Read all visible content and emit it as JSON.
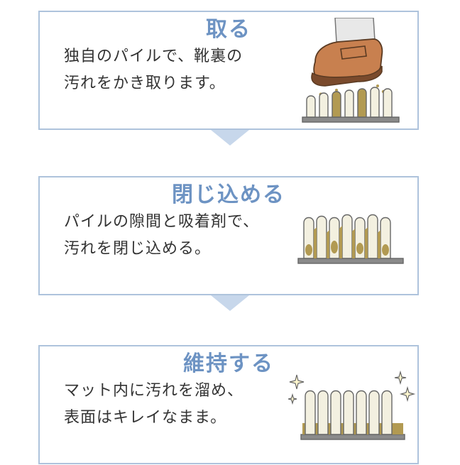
{
  "steps": [
    {
      "title": "取る",
      "text_lines": [
        "独自のパイルで、靴裏の",
        "汚れをかき取ります。"
      ]
    },
    {
      "title": "閉じ込める",
      "text_lines": [
        "パイルの隙間と吸着剤で、",
        "汚れを閉じ込める。"
      ]
    },
    {
      "title": "維持する",
      "text_lines": [
        "マット内に汚れを溜め、",
        "表面はキレイなまま。"
      ]
    }
  ],
  "colors": {
    "accent": "#6d93c3",
    "border": "#aec3dc",
    "arrow": "#c7d7eb",
    "text": "#333333",
    "dirt": "#b29a52",
    "pile": "#f3f0e0",
    "shoe": "#c8804f",
    "base": "#8a8a8a"
  },
  "icons": [
    "shoe-icon",
    "mat-pile-icon",
    "sparkle-icon"
  ]
}
